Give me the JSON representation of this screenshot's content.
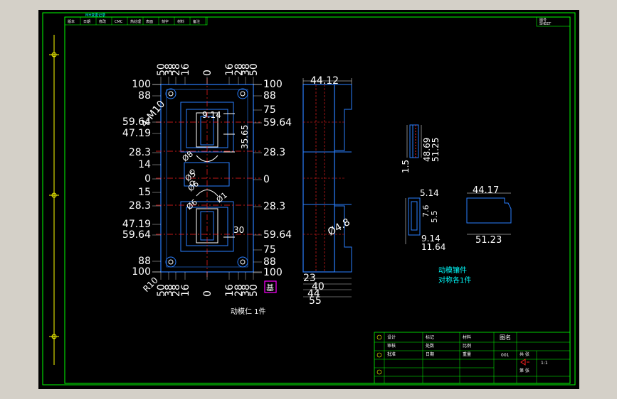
{
  "viewport": {
    "background": "#d4d0c8",
    "drawing_background": "#000000"
  },
  "colors": {
    "frame": "#00ff00",
    "part": "#2a7fff",
    "center": "#ff2020",
    "dim": "#ffffff",
    "note": "#00ffff",
    "yellow": "#ffff00",
    "magenta": "#ff00ff"
  },
  "revision_bar": {
    "title": "MH变更记录",
    "cells": [
      "版本",
      "日期",
      "修改",
      "CMC",
      "热处理",
      "表面",
      "刻字",
      "材料",
      "备注"
    ]
  },
  "top_right_box": {
    "line1": "图号",
    "line2": "SHEET"
  },
  "front_view": {
    "top_ticks": [
      "50",
      "38",
      "28",
      "16",
      "0",
      "16",
      "28",
      "38",
      "50"
    ],
    "bottom_ticks": [
      "50",
      "38",
      "28",
      "16",
      "0",
      "16",
      "28",
      "38",
      "50"
    ],
    "left_labels": [
      "100",
      "88",
      "59.64",
      "47.19",
      "28.3",
      "14",
      "0",
      "15",
      "28.3",
      "47.19",
      "59.64",
      "88",
      "100"
    ],
    "right_labels": [
      "100",
      "88",
      "75",
      "59.64",
      "28.3",
      "0",
      "28.3",
      "59.64",
      "75",
      "88",
      "100"
    ],
    "thread_note": "4-M10",
    "inner_dims": [
      "9.14",
      "35.65",
      "30"
    ],
    "hole_notes": [
      "Ø8",
      "Ø5",
      "Ø6",
      "Ø6",
      "Ø1"
    ],
    "radius_note": "R10",
    "datum_box": "基",
    "caption": "动模仁  1件"
  },
  "side_view": {
    "top_dim": "44.12",
    "hole_dim": "Ø4.8",
    "bottom_dims": [
      "23",
      "40",
      "44",
      "55"
    ]
  },
  "insert_detail": {
    "dims_upper": [
      "48.69",
      "51.25",
      "1.5"
    ],
    "dims_lower": [
      "5.14",
      "7.6",
      "5.5",
      "9.14",
      "11.64"
    ],
    "dims_right": [
      "44.17",
      "51.23"
    ],
    "note_line1": "动模镶件",
    "note_line2": "对称各1件"
  },
  "title_block": {
    "sheet_name": "图名",
    "drawing_no": "001",
    "labels": [
      "设计",
      "审核",
      "批准",
      "标记",
      "处数",
      "日期",
      "材料",
      "比例",
      "重量",
      "共 张",
      "第 张"
    ],
    "scale": "1:1"
  }
}
